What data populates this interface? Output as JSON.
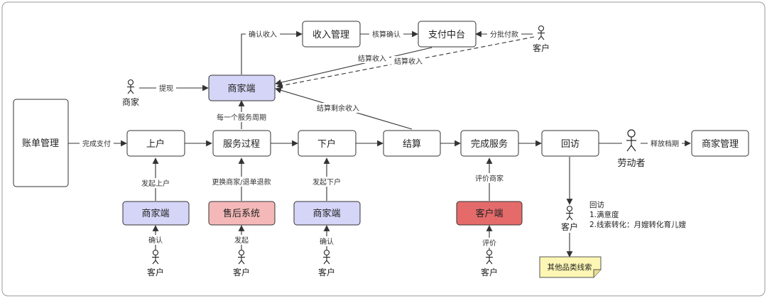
{
  "boxes": {
    "account": "账单管理",
    "shangHu": "上户",
    "serviceProcess": "服务过程",
    "xiaHu": "下户",
    "settle": "结算",
    "completeService": "完成服务",
    "revisit": "回访",
    "merchantMgmt": "商家管理",
    "incomeMgmt": "收入管理",
    "payCenter": "支付中台",
    "merchantTop": "商家端",
    "merchantA": "商家端",
    "afterSales": "售后系统",
    "merchantB": "商家端",
    "clientEnd": "客户端"
  },
  "actors": {
    "merchant": "商家",
    "customerTop": "客户",
    "customer1": "客户",
    "customer2": "客户",
    "customer3": "客户",
    "customer4": "客户",
    "worker": "劳动者",
    "customerRevisit": "客户"
  },
  "labels": {
    "completePay": "完成支付",
    "withdraw": "提现",
    "confirmIncome": "确认收入",
    "verifyConfirm": "核算确认",
    "installmentPay": "分批付款",
    "settleIncome1": "结算收入",
    "settleIncome2": "结算收入",
    "settleRemain": "结算剩余收入",
    "eachPeriod": "每一个服务周期",
    "initiateShangHu": "发起上户",
    "replaceRefund": "更换商家/退单退款",
    "initiateXiaHu": "发起下户",
    "rateMerchant": "评价商家",
    "confirm1": "确认",
    "initiate": "发起",
    "confirm2": "确认",
    "rate": "评价",
    "releaseSchedule": "释放档期"
  },
  "note": {
    "title": "回访",
    "line1": "1.满意度",
    "line2": "2.线索转化：月嫂转化育儿嫂"
  },
  "stickyNote": "其他品类线索",
  "colors": {
    "purpleFill": "#d4d5f7",
    "pinkFill": "#f5b8b8",
    "redFill": "#e56b6b",
    "noteFill": "#fdf6b4"
  }
}
